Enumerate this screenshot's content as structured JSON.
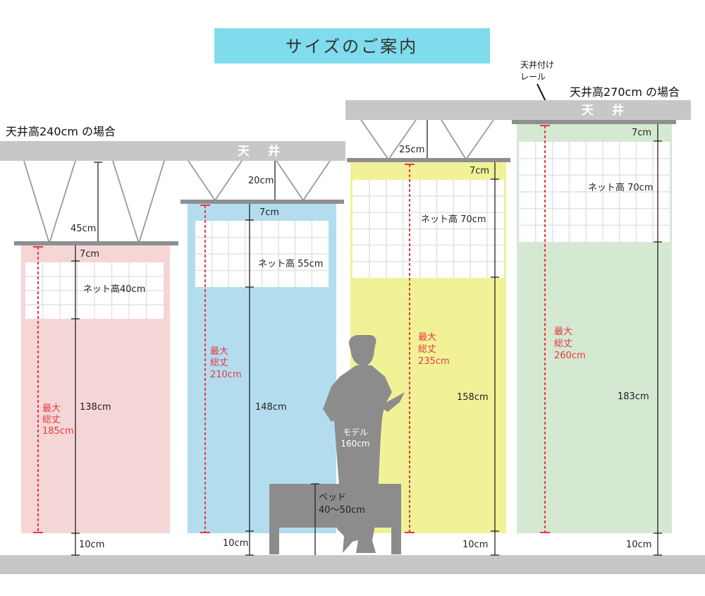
{
  "title": "サイズのご案内",
  "cases": {
    "h240": {
      "label": "天井高240cm の場合",
      "ceiling": "天 井"
    },
    "h270": {
      "label": "天井高270cm の場合",
      "ceiling": "天 井"
    }
  },
  "rail_label": [
    "天井付け",
    "レール"
  ],
  "panels": [
    {
      "id": "pink",
      "color": "#f5d6d6",
      "ceiling_gap": "45cm",
      "top": "7cm",
      "net": "ネット高40cm",
      "middle": "138cm",
      "bottom": "10cm",
      "max_lines": [
        "最大",
        "総丈",
        "185cm"
      ]
    },
    {
      "id": "blue",
      "color": "#b3ddef",
      "ceiling_gap": "20cm",
      "top": "7cm",
      "net": "ネット高 55cm",
      "middle": "148cm",
      "bottom": "10cm",
      "max_lines": [
        "最大",
        "総丈",
        "210cm"
      ]
    },
    {
      "id": "yellow",
      "color": "#f1f298",
      "ceiling_gap": "25cm",
      "top": "7cm",
      "net": "ネット高 70cm",
      "middle": "158cm",
      "bottom": "10cm",
      "max_lines": [
        "最大",
        "総丈",
        "235cm"
      ]
    },
    {
      "id": "green",
      "color": "#d4e8d2",
      "top": "7cm",
      "net": "ネット高 70cm",
      "middle": "183cm",
      "bottom": "10cm",
      "max_lines": [
        "最大",
        "総丈",
        "260cm"
      ]
    }
  ],
  "model": {
    "lines": [
      "モデル",
      "160cm"
    ]
  },
  "bed": {
    "lines": [
      "ベッド",
      "40〜50cm"
    ]
  },
  "colors": {
    "title_bg": "#7fdcec",
    "ceiling": "#c7c7c7",
    "floor": "#c7c7c7",
    "max_line": "#e8383d",
    "silhouette": "#8c8c8c"
  }
}
